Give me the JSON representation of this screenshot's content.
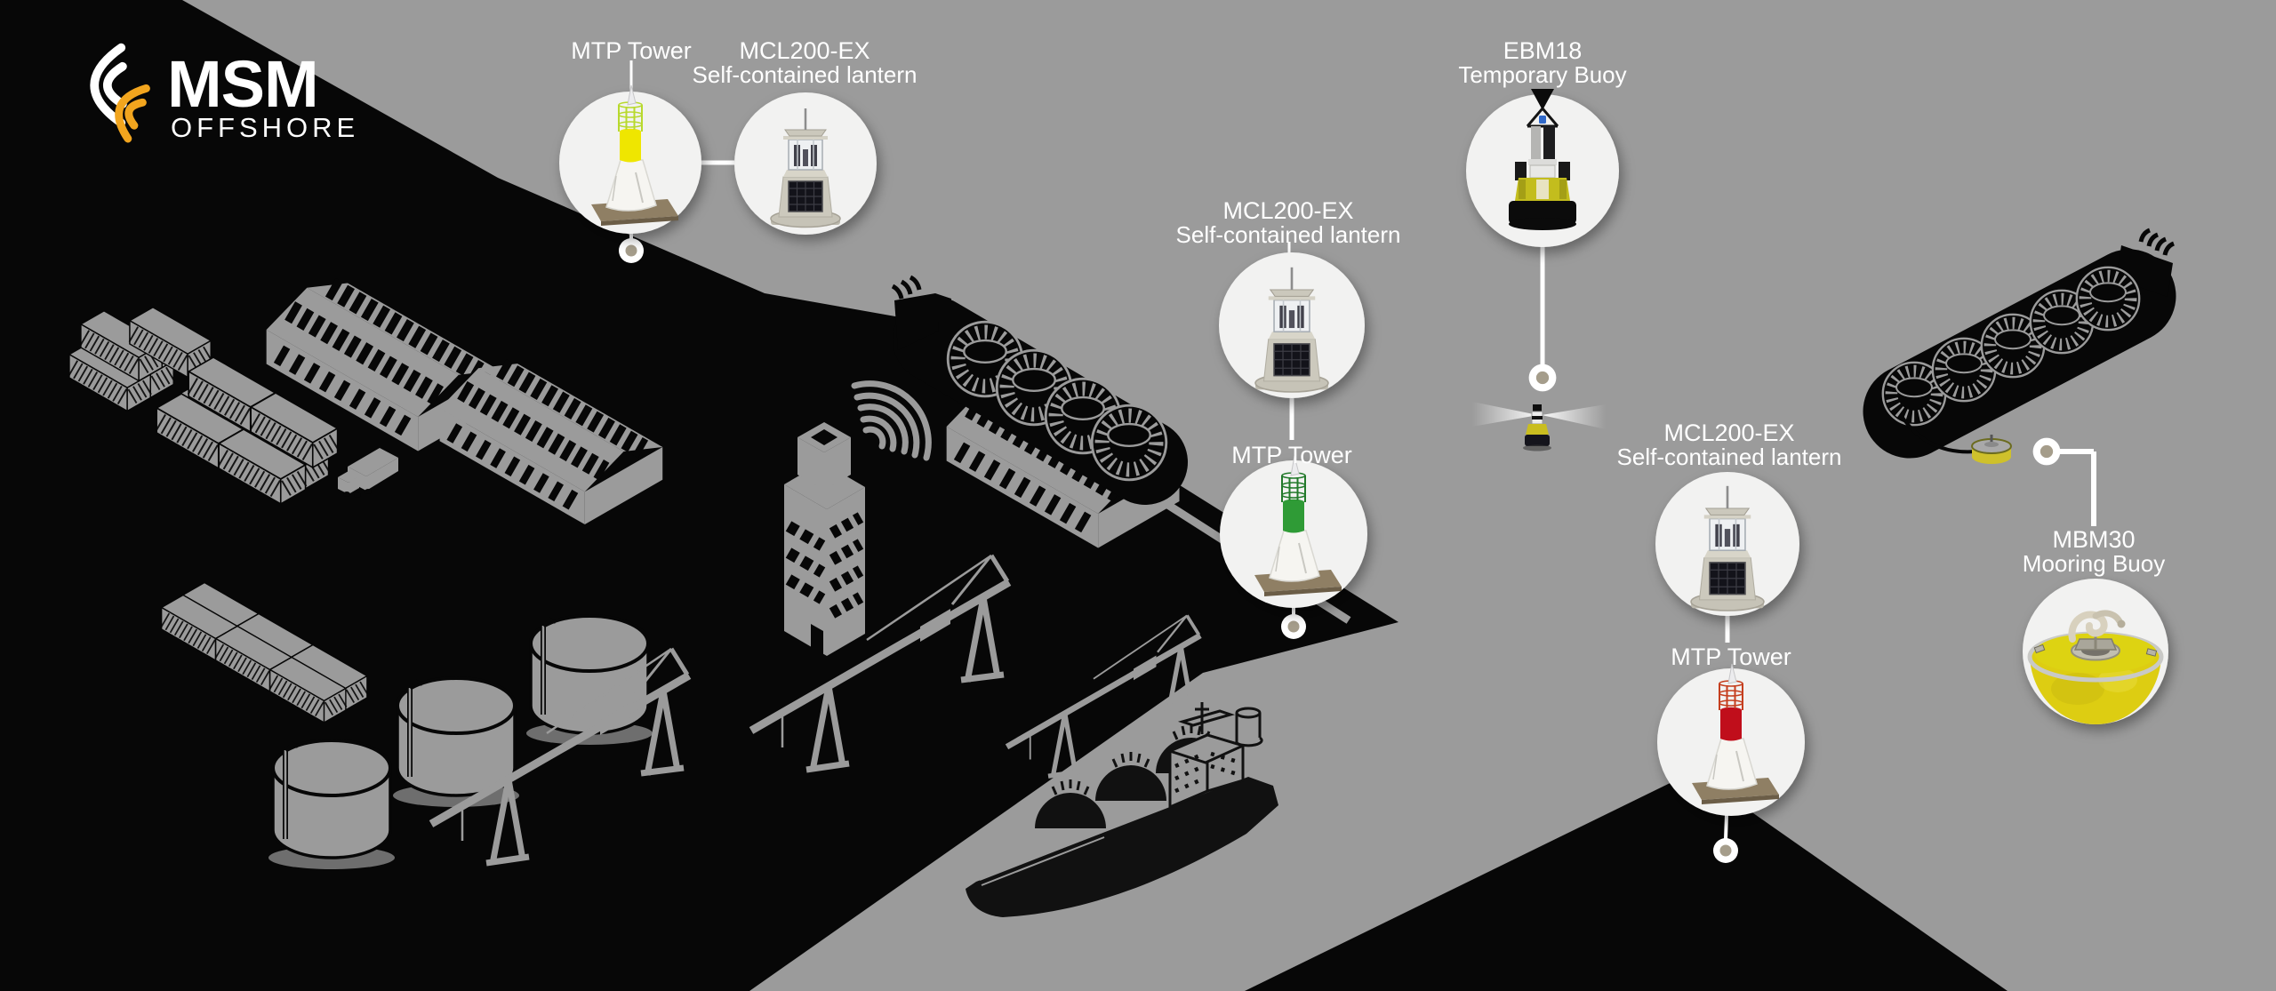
{
  "logo": {
    "name": "MSM",
    "division": "OFFSHORE"
  },
  "products": [
    {
      "id": "mtp-tower-yellow",
      "label": "MTP Tower"
    },
    {
      "id": "mcl200-ex-1",
      "label": "MCL200-EX",
      "sublabel": "Self-contained lantern"
    },
    {
      "id": "mcl200-ex-2",
      "label": "MCL200-EX",
      "sublabel": "Self-contained lantern"
    },
    {
      "id": "mtp-tower-green",
      "label": "MTP Tower"
    },
    {
      "id": "ebm18",
      "label": "EBM18",
      "sublabel": "Temporary Buoy"
    },
    {
      "id": "mcl200-ex-3",
      "label": "MCL200-EX",
      "sublabel": "Self-contained lantern"
    },
    {
      "id": "mtp-tower-red",
      "label": "MTP Tower"
    },
    {
      "id": "mbm30",
      "label": "MBM30",
      "sublabel": "Mooring Buoy"
    }
  ],
  "colors": {
    "water_gray": "#9b9b9b",
    "land_black": "#070707",
    "accent_orange": "#f2a51e",
    "tower_band_yellow": "#efe600",
    "tower_band_green": "#2f9b36",
    "tower_band_red": "#c00e1b",
    "buoy_yellow": "#ddcd12",
    "label_white": "#ffffff"
  }
}
